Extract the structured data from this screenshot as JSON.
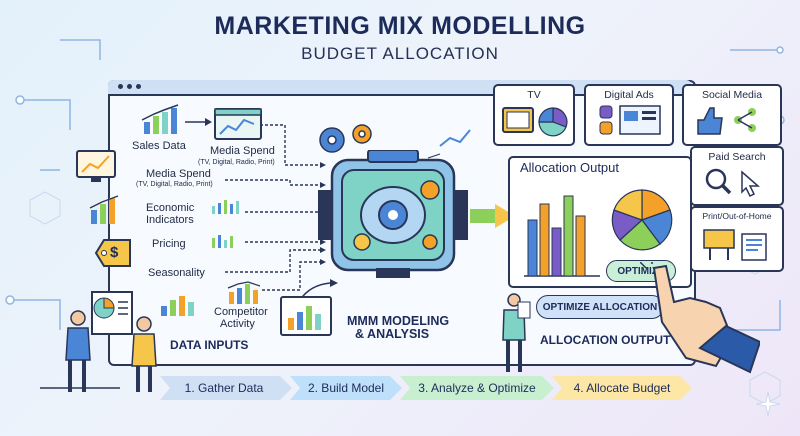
{
  "header": {
    "title": "MARKETING MIX MODELLING",
    "subtitle": "BUDGET ALLOCATION"
  },
  "inputs": {
    "sales_data": "Sales Data",
    "media_spend_top": "Media Spend",
    "media_spend_top_sub": "(TV, Digital, Radio, Print)",
    "media_spend": "Media Spend",
    "media_spend_sub": "(TV, Digital, Radio, Print)",
    "economic_indicators_line1": "Economic",
    "economic_indicators_line2": "Indicators",
    "pricing": "Pricing",
    "seasonality": "Seasonality",
    "competitor_line1": "Competitor",
    "competitor_line2": "Activity",
    "section_label": "DATA INPUTS",
    "price_symbol": "$"
  },
  "model": {
    "label_line1": "MMM MODELING",
    "label_line2": "& ANALYSIS"
  },
  "output": {
    "title": "Allocation Output",
    "optimize_button": "OPTIMIZE",
    "optimize_allocation_button": "OPTIMIZE ALLOCATION",
    "section_label": "ALLOCATION OUTPUT"
  },
  "channels": {
    "tv": "TV",
    "digital_ads": "Digital Ads",
    "social_media": "Social Media",
    "paid_search": "Paid Search",
    "print_ooh": "Print/Out-of-Home"
  },
  "steps": [
    {
      "label": "1. Gather Data"
    },
    {
      "label": "2. Build Model"
    },
    {
      "label": "3. Analyze & Optimize"
    },
    {
      "label": "4. Allocate Budget"
    }
  ],
  "colors": {
    "navy": "#2a3658",
    "teal": "#7fd3c6",
    "blue": "#4b86d6",
    "green": "#8ccf5a",
    "orange": "#f4a12a",
    "purple": "#7a5cc7",
    "yellow": "#f6c64a"
  }
}
